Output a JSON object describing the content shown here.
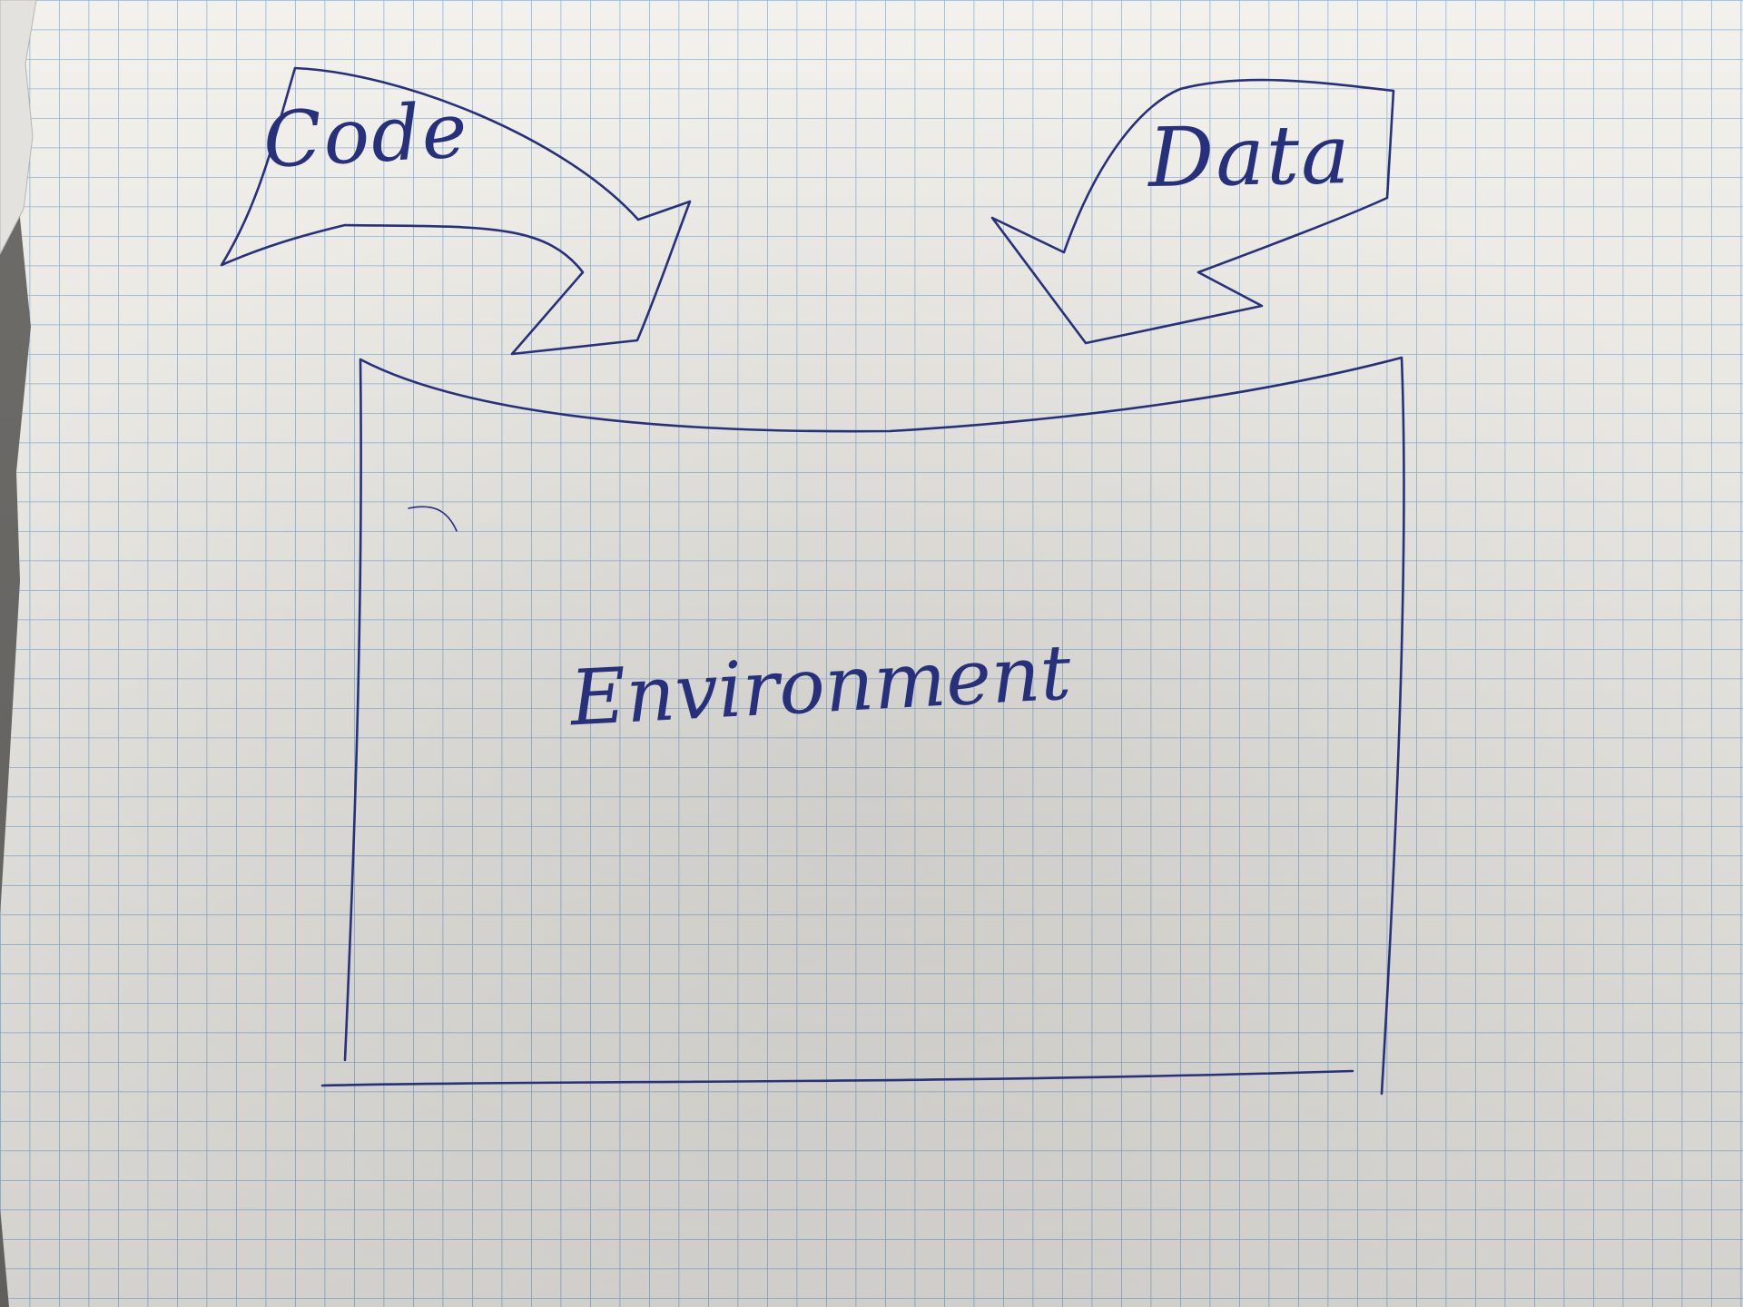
{
  "diagram": {
    "labels": {
      "code": "Code",
      "data": "Data",
      "environment": "Environment"
    },
    "nodes": [
      {
        "id": "code",
        "shape": "block-arrow",
        "points_to": "environment"
      },
      {
        "id": "data",
        "shape": "block-arrow",
        "points_to": "environment"
      },
      {
        "id": "environment",
        "shape": "box"
      }
    ]
  },
  "colors": {
    "paper": "#f3f1ec",
    "grid_line": "#8fb6dc",
    "ink": "#27307a",
    "shadow": "#6f6d6a"
  }
}
